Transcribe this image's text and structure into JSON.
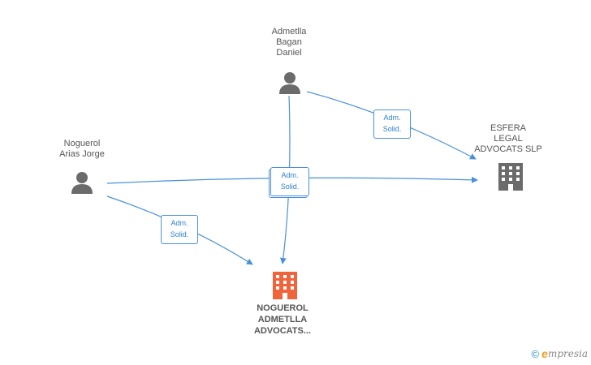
{
  "nodes": {
    "admetlla": {
      "name": "Admetlla\nBagan\nDaniel",
      "kind": "person"
    },
    "noguerol_jorge": {
      "name": "Noguerol\nArias Jorge",
      "kind": "person"
    },
    "esfera": {
      "name": "ESFERA\nLEGAL\nADVOCATS SLP",
      "kind": "company"
    },
    "noguerol_advocats": {
      "name": "NOGUEROL\nADMETLLA\nADVOCATS...",
      "kind": "company",
      "highlight": true
    }
  },
  "edges": [
    {
      "from": "Admetlla Bagan Daniel",
      "to": "ESFERA LEGAL ADVOCATS SLP",
      "label": "Adm.\nSolid."
    },
    {
      "from": "Admetlla Bagan Daniel",
      "to": "NOGUEROL ADMETLLA ADVOCATS...",
      "label": "Adm.\nSolid."
    },
    {
      "from": "Noguerol Arias Jorge",
      "to": "ESFERA LEGAL ADVOCATS SLP",
      "label": "Adm.\nSolid."
    },
    {
      "from": "Noguerol Arias Jorge",
      "to": "NOGUEROL ADMETLLA ADVOCATS...",
      "label": "Adm.\nSolid."
    }
  ],
  "colors": {
    "edge": "#4a90d9",
    "person_icon": "#6b6b6b",
    "company_icon": "#6b6b6b",
    "company_highlight": "#f0643c"
  },
  "watermark": {
    "copyright": "©",
    "brand_initial": "e",
    "brand_rest": "mpresia"
  }
}
